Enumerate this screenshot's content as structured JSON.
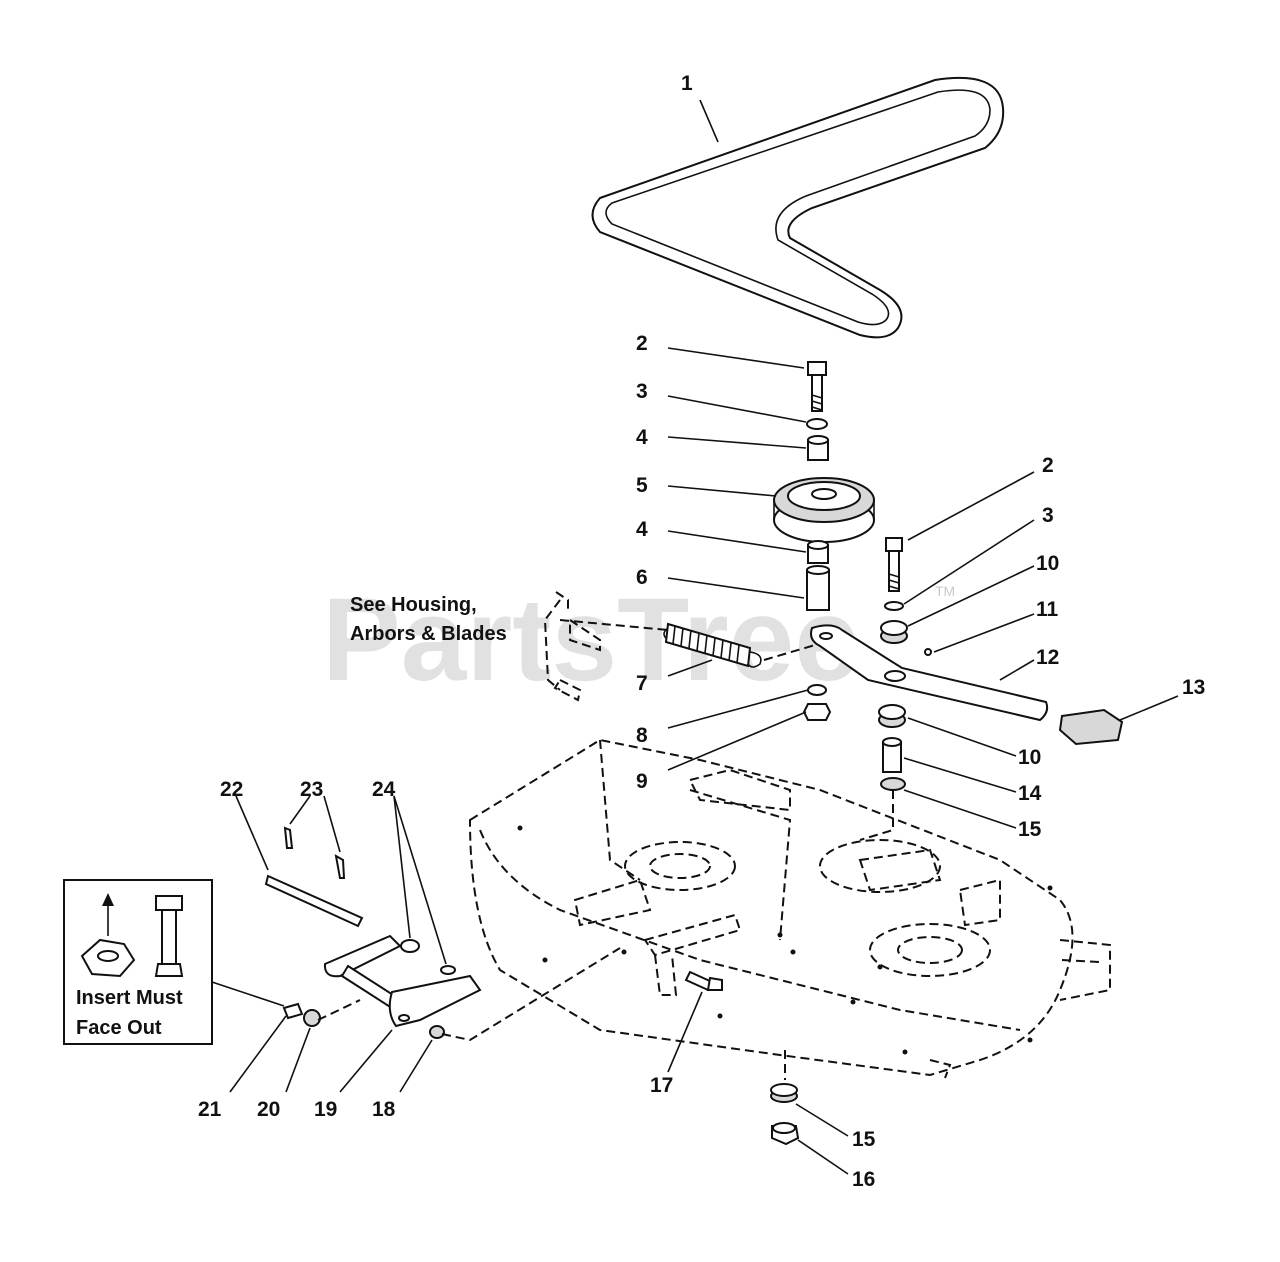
{
  "watermark": "PartsTree",
  "watermark_mark": "TM",
  "note_housing": {
    "line1": "See Housing,",
    "line2": "Arbors & Blades"
  },
  "inset": {
    "line1": "Insert Must",
    "line2": "Face Out"
  },
  "callouts": {
    "c1": "1",
    "c2a": "2",
    "c3a": "3",
    "c4a": "4",
    "c5": "5",
    "c4b": "4",
    "c6": "6",
    "c7": "7",
    "c8": "8",
    "c9": "9",
    "c2b": "2",
    "c3b": "3",
    "c10a": "10",
    "c11": "11",
    "c12": "12",
    "c13": "13",
    "c10b": "10",
    "c14": "14",
    "c15a": "15",
    "c22": "22",
    "c23": "23",
    "c24": "24",
    "c17": "17",
    "c15b": "15",
    "c16": "16",
    "c21": "21",
    "c20": "20",
    "c19": "19",
    "c18": "18"
  }
}
